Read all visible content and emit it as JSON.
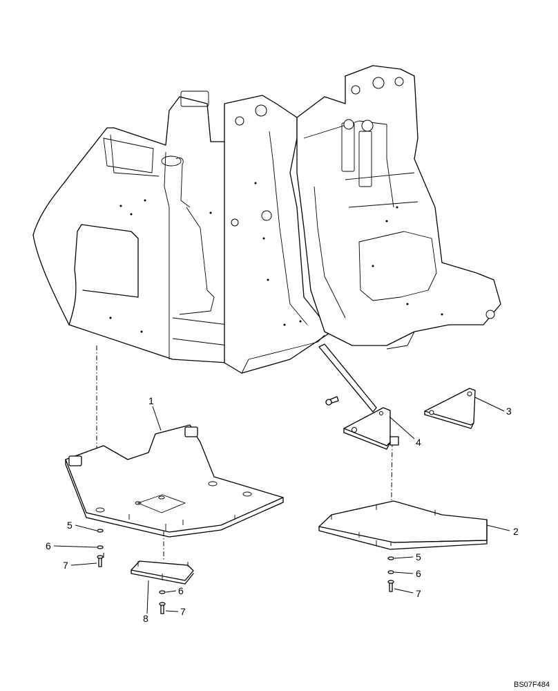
{
  "figure": {
    "reference_code": "BS07F484"
  },
  "callouts": {
    "c1": "1",
    "c2": "2",
    "c3": "3",
    "c4": "4",
    "c5a": "5",
    "c5b": "5",
    "c6a": "6",
    "c6b": "6",
    "c6c": "6",
    "c7a": "7",
    "c7b": "7",
    "c7c": "7",
    "c8": "8"
  }
}
